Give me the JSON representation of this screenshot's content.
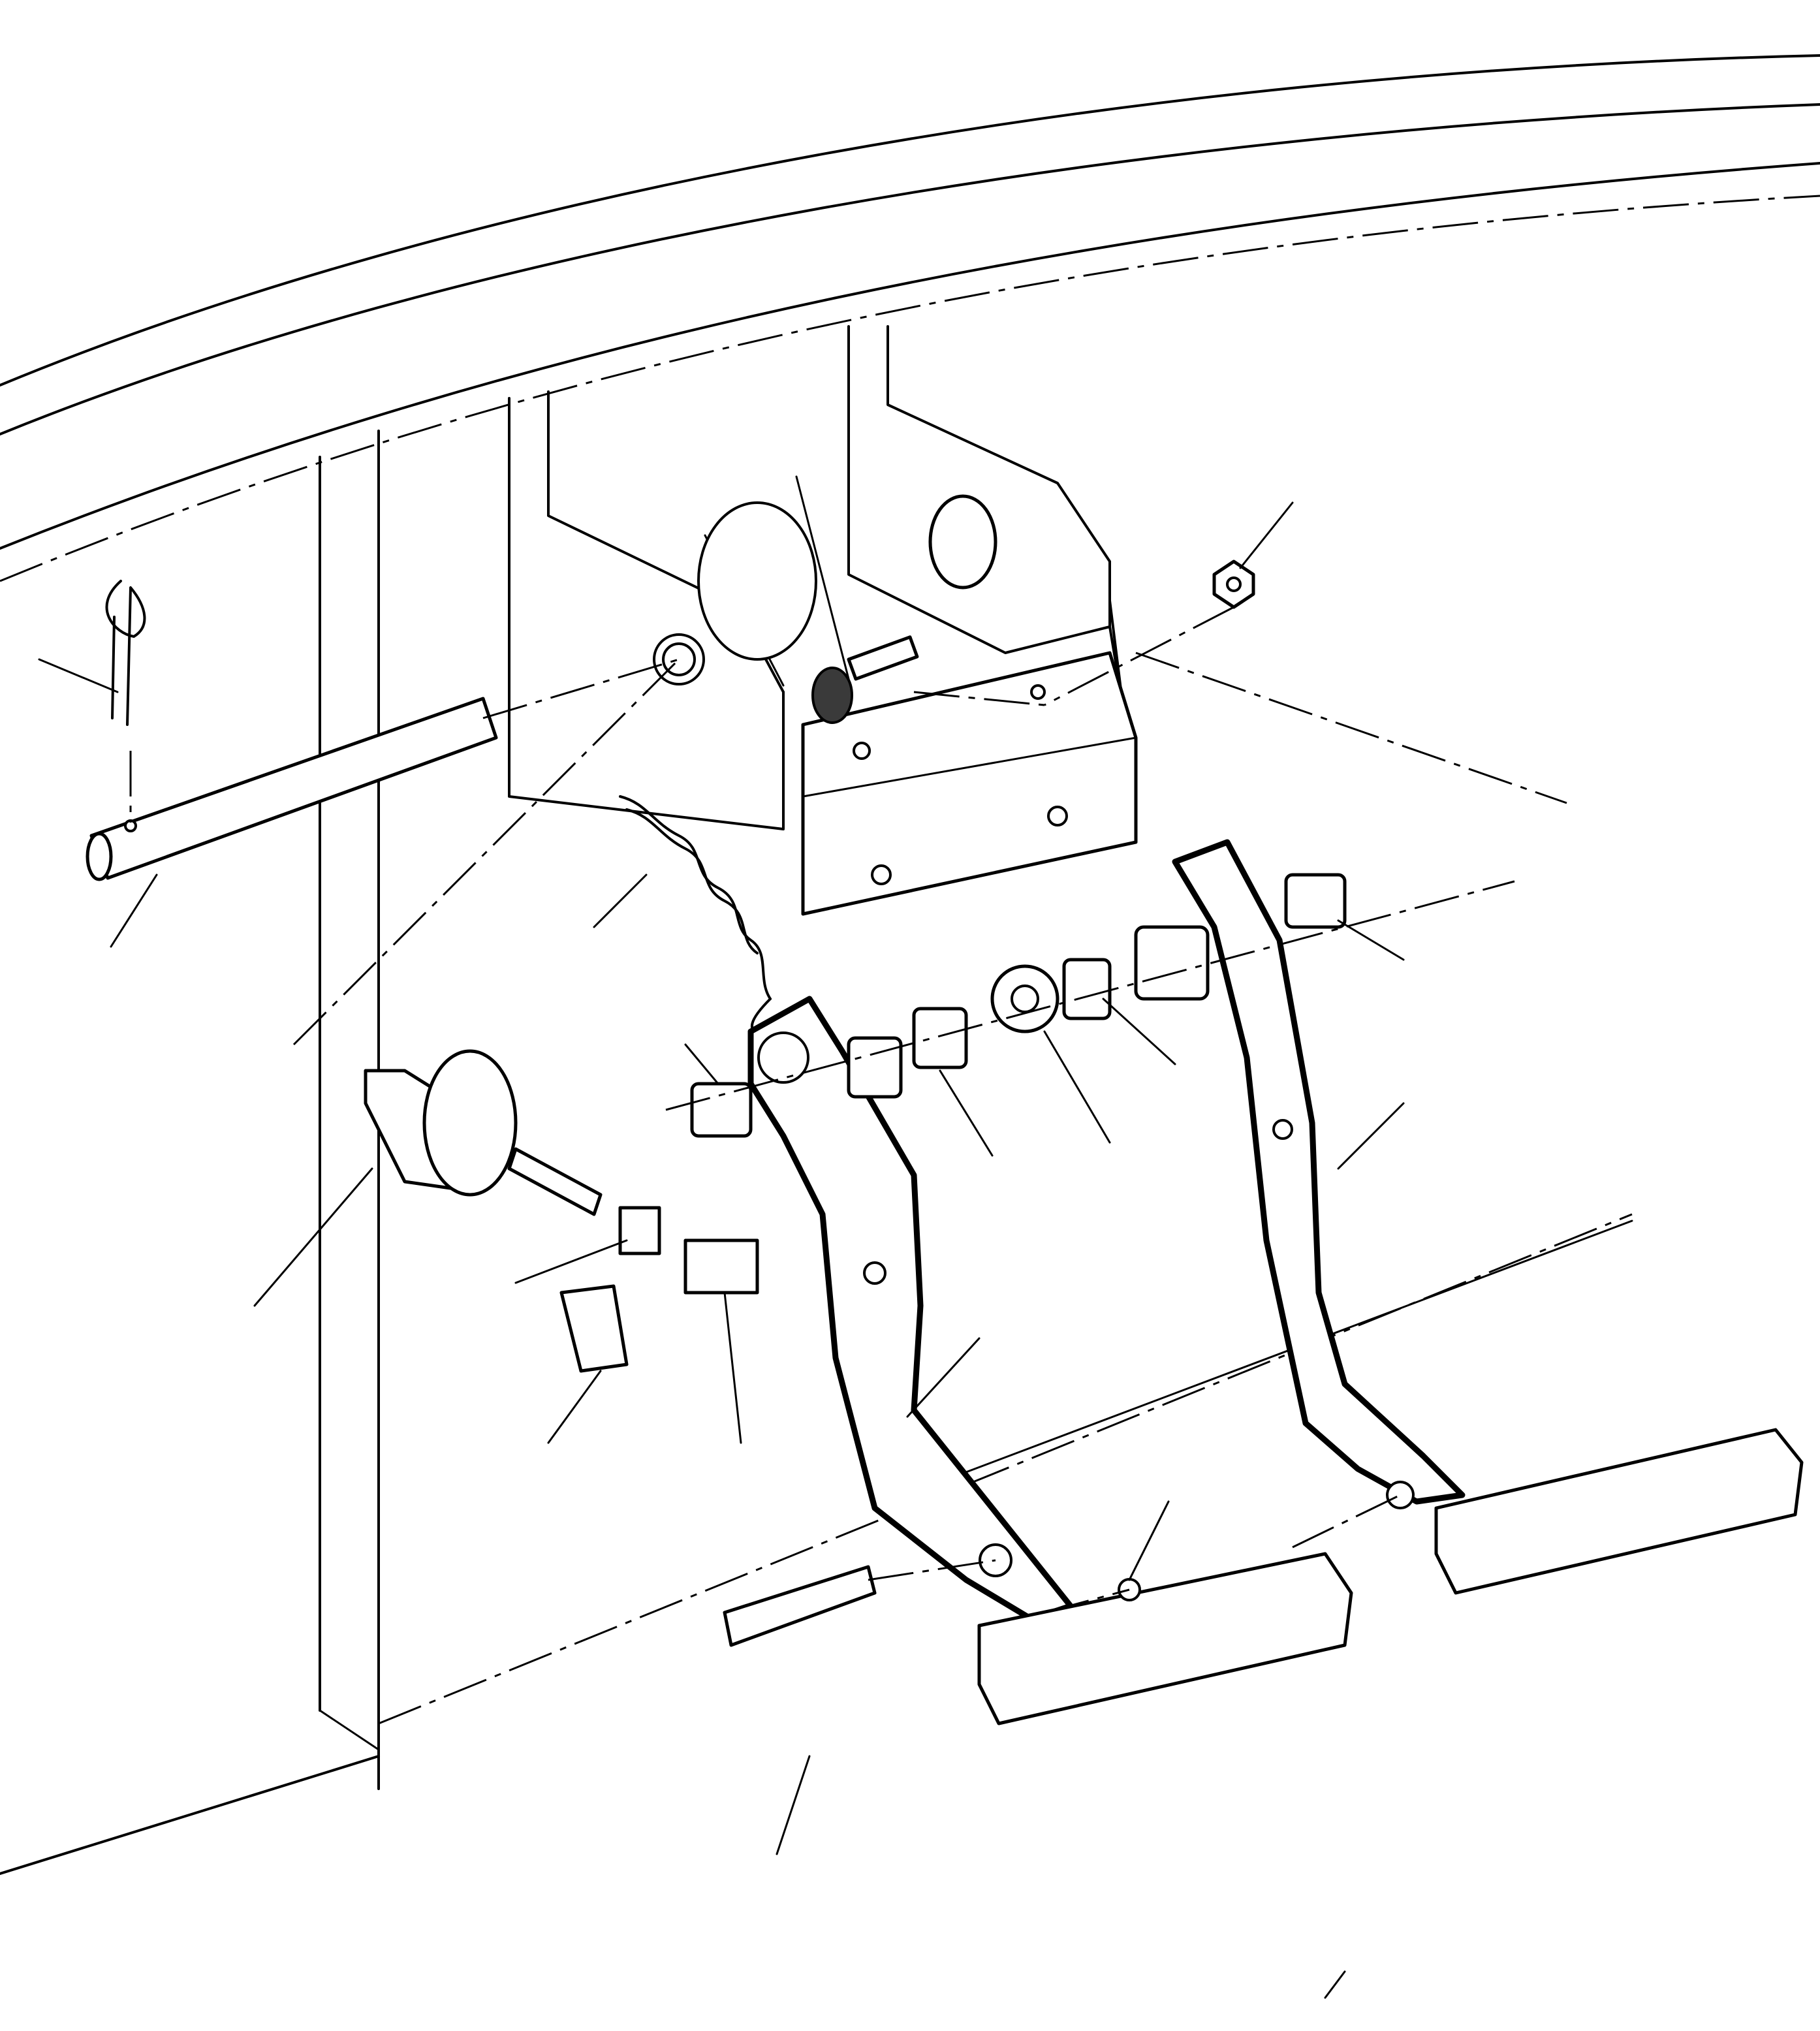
{
  "diagram": {
    "type": "exploded-parts-view",
    "colors": {
      "line": "#000000",
      "background": "#ffffff",
      "rubber": "#3a3a3a"
    },
    "parts": [
      "cotter-pin",
      "pivot-shaft",
      "bracket-bolt",
      "bracket-nut",
      "return-spring",
      "brake-pedal",
      "clutch-pedal",
      "bushing",
      "washer",
      "spacer",
      "master-cylinder-pushrod",
      "pushrod-boot",
      "locknut",
      "clevis",
      "clevis-clip",
      "clevis-pin",
      "retaining-clip",
      "pedal-pad"
    ],
    "callout_count": 19
  }
}
